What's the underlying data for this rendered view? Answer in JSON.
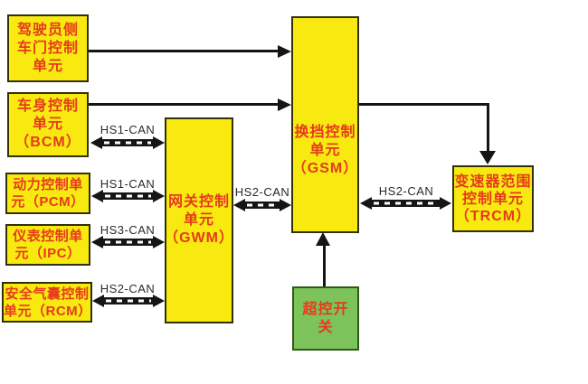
{
  "diagram": {
    "nodes": {
      "driver_door": {
        "lines": [
          "驾驶员侧",
          "车门控制",
          "单元"
        ]
      },
      "bcm": {
        "lines": [
          "车身控制",
          "单元",
          "（BCM）"
        ]
      },
      "pcm": {
        "lines": [
          "动力控制单",
          "元（PCM）"
        ]
      },
      "ipc": {
        "lines": [
          "仪表控制单",
          "元（IPC）"
        ]
      },
      "rcm": {
        "lines": [
          "安全气囊控制",
          "单元（RCM）"
        ]
      },
      "gwm": {
        "lines": [
          "网关控制",
          "单元",
          "（GWM）"
        ]
      },
      "gsm": {
        "lines": [
          "换挡控制",
          "单元",
          "（GSM）"
        ]
      },
      "trcm": {
        "lines": [
          "变速器范围",
          "控制单元",
          "（TRCM）"
        ]
      },
      "override_switch": {
        "lines": [
          "超控开",
          "关"
        ]
      }
    },
    "bus_labels": {
      "bcm_gwm": "HS1-CAN",
      "pcm_gwm": "HS1-CAN",
      "ipc_gwm": "HS3-CAN",
      "rcm_gwm": "HS2-CAN",
      "gwm_gsm": "HS2-CAN",
      "gsm_trcm": "HS2-CAN"
    },
    "colors": {
      "node_fill": "#f8ea10",
      "node_border": "#31300a",
      "switch_fill": "#7cc35c",
      "switch_border": "#2e5c13",
      "label_red": "#e63a1c",
      "line_black": "#151515"
    }
  }
}
